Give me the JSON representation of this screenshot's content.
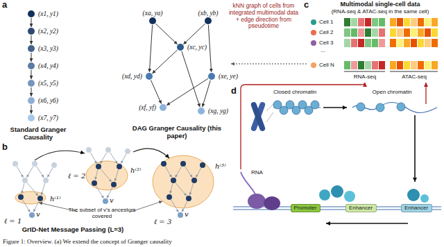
{
  "diagram": {
    "caption": "Figure 1: Overview. (a) We extend the concept of Granger causality",
    "nodes": [
      {
        "text": [
          "(x1, y1)"
        ]
      },
      {
        "text": [
          "(x2, y2)"
        ]
      },
      {
        "text": [
          "(x3, y3)"
        ]
      },
      {
        "text": [
          "(x4, y4)"
        ]
      },
      {
        "text": [
          "(x5, y5)"
        ]
      },
      {
        "text": [
          "(x6, y6)"
        ]
      },
      {
        "text": [
          "(x7, y7)"
        ]
      },
      {
        "text": [
          "(xa, ya)"
        ]
      },
      {
        "text": [
          "(xb, yb)"
        ]
      },
      {
        "text": [
          "(xc, yc)"
        ]
      },
      {
        "text": [
          "(xd, yd)"
        ]
      },
      {
        "text": [
          "(xe, ye)"
        ]
      },
      {
        "text": [
          "(xf, yf)"
        ]
      },
      {
        "text": [
          "(xg, yg)"
        ]
      },
      {
        "text": [
          "Promoter"
        ]
      },
      {
        "text": [
          "Enhancer"
        ]
      },
      {
        "text": [
          "Enhancer"
        ]
      }
    ],
    "edges": [
      {
        "from": 0,
        "to": 1,
        "arrow": "to"
      },
      {
        "from": 1,
        "to": 2,
        "arrow": "to"
      },
      {
        "from": 2,
        "to": 3,
        "arrow": "to"
      },
      {
        "from": 3,
        "to": 4,
        "arrow": "to"
      },
      {
        "from": 4,
        "to": 5,
        "arrow": "to"
      },
      {
        "from": 5,
        "to": 6,
        "arrow": "to"
      },
      {
        "from": 7,
        "to": 9,
        "arrow": "to"
      },
      {
        "from": 8,
        "to": 9,
        "arrow": "to"
      },
      {
        "from": 7,
        "to": 10,
        "arrow": "to"
      },
      {
        "from": 9,
        "to": 10,
        "arrow": "to"
      },
      {
        "from": 8,
        "to": 11,
        "arrow": "to"
      },
      {
        "from": 9,
        "to": 13,
        "arrow": "to"
      },
      {
        "from": 11,
        "to": 13,
        "arrow": "to"
      },
      {
        "from": 10,
        "to": 12,
        "arrow": "to"
      },
      {
        "from": 11,
        "to": 12,
        "arrow": "to"
      }
    ],
    "labels": [
      "a",
      "Standard Granger Causality",
      "DAG Granger Causality (this paper)",
      "kNN graph of cells from integrated multimodal data + edge direction from pseudotime",
      "b",
      "ℓ = 1",
      "h⁽¹⁾",
      "v",
      "ℓ = 2",
      "h⁽²⁾",
      "v",
      "ℓ = 3",
      "h⁽³⁾",
      "v",
      "The subset of v's ancestors covered",
      "GrID-Net Message Passing (L=3)",
      "c",
      "Multimodal single-cell data",
      "(RNA-seq & ATAC-seq in the same cell)",
      "Cell 1",
      "Cell 2",
      "Cell 3",
      "...",
      "Cell N",
      "RNA-seq",
      "ATAC-seq",
      "d",
      "Closed chromatin",
      "Open chromatin",
      "RNA"
    ]
  }
}
